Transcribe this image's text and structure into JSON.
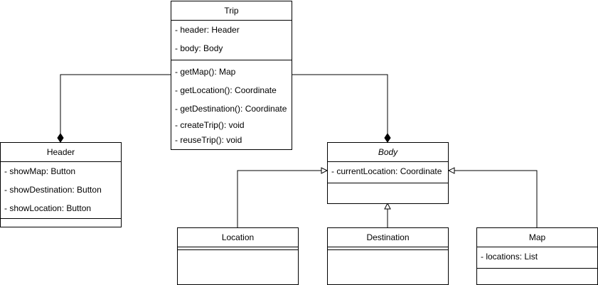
{
  "classes": {
    "trip": {
      "name": "Trip",
      "attributes": [
        "- header: Header",
        "- body: Body"
      ],
      "methods": [
        "- getMap(): Map",
        "- getLocation(): Coordinate",
        "- getDestination(): Coordinate",
        "- createTrip(): void",
        "- reuseTrip(): void"
      ]
    },
    "header": {
      "name": "Header",
      "attributes": [
        "- showMap: Button",
        "- showDestination: Button",
        "- showLocation: Button"
      ]
    },
    "body": {
      "name": "Body",
      "abstract": true,
      "attributes": [
        "- currentLocation: Coordinate"
      ]
    },
    "location": {
      "name": "Location"
    },
    "destination": {
      "name": "Destination"
    },
    "map": {
      "name": "Map",
      "attributes": [
        "- locations: List"
      ]
    }
  },
  "relationships": [
    {
      "from": "Trip",
      "to": "Header",
      "type": "composition"
    },
    {
      "from": "Trip",
      "to": "Body",
      "type": "composition"
    },
    {
      "from": "Location",
      "to": "Body",
      "type": "generalization"
    },
    {
      "from": "Destination",
      "to": "Body",
      "type": "generalization"
    },
    {
      "from": "Map",
      "to": "Body",
      "type": "generalization"
    }
  ],
  "colors": {
    "line": "#000000",
    "background": "#ffffff"
  }
}
